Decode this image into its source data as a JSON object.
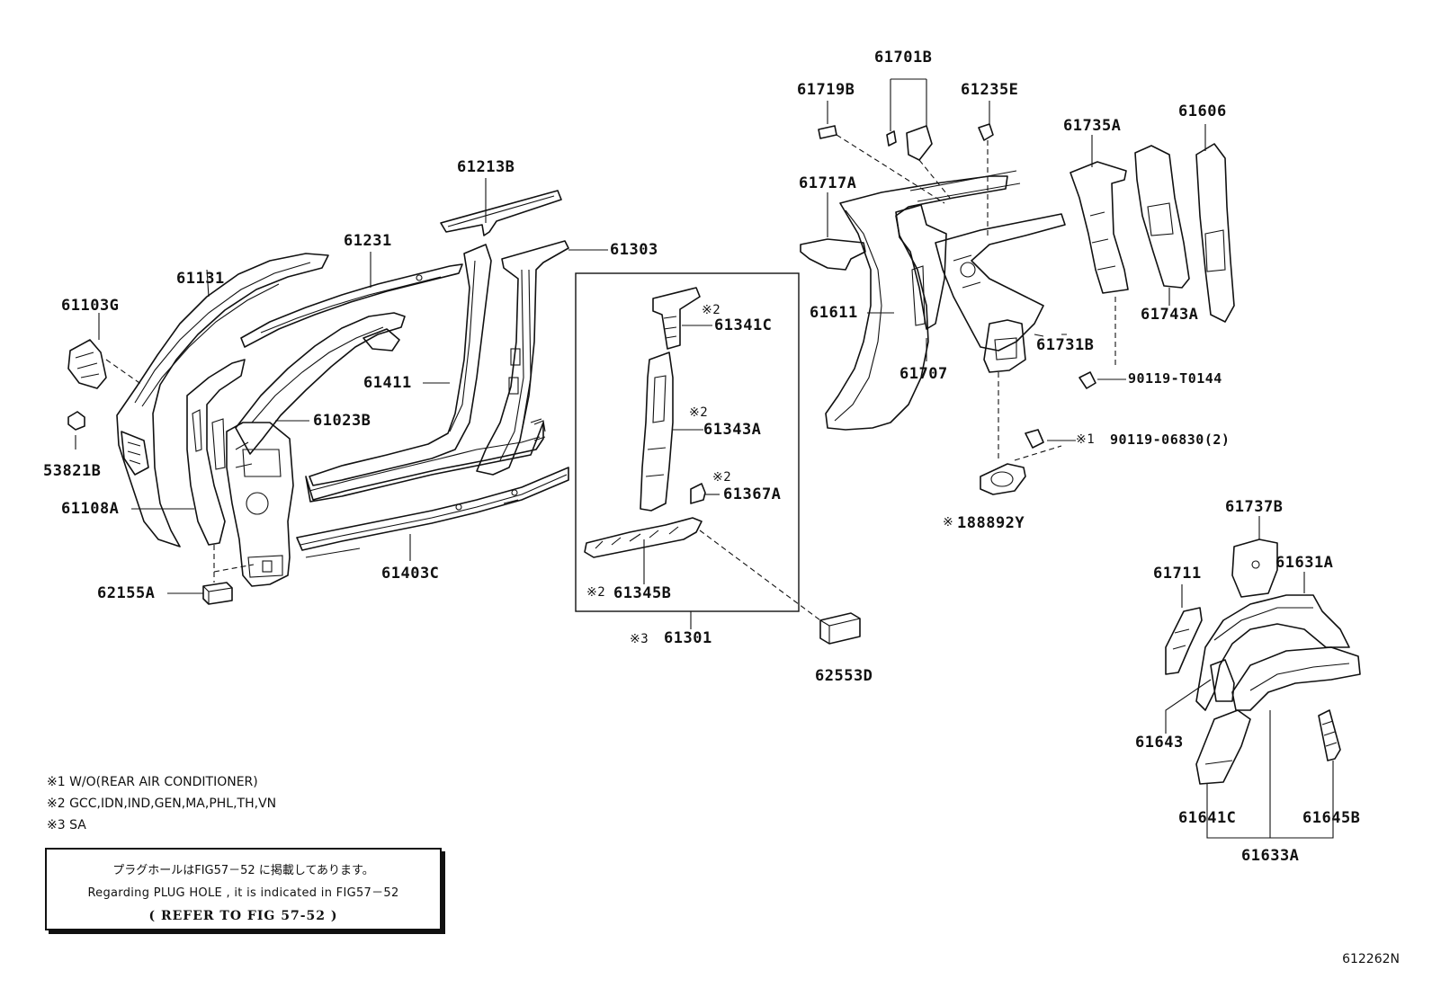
{
  "diagram": {
    "labels": {
      "p61103G": "61103G",
      "p61131": "61131",
      "p61231": "61231",
      "p61213B": "61213B",
      "p61303": "61303",
      "p53821B": "53821B",
      "p61023B": "61023B",
      "p61411": "61411",
      "p61108A": "61108A",
      "p62155A": "62155A",
      "p61403C": "61403C",
      "p61341C": "61341C",
      "p61343A": "61343A",
      "p61367A": "61367A",
      "p61345B": "61345B",
      "p61301": "61301",
      "p62553D": "62553D",
      "p61719B": "61719B",
      "p61701B": "61701B",
      "p61235E": "61235E",
      "p61735A": "61735A",
      "p61606": "61606",
      "p61717A": "61717A",
      "p61611": "61611",
      "p61707": "61707",
      "p61731B": "61731B",
      "p61743A": "61743A",
      "p90119T0144": "90119-T0144",
      "p9011906830": "90119-06830(2)",
      "p188892Y": "188892Y",
      "p61737B": "61737B",
      "p61711": "61711",
      "p61631A": "61631A",
      "p61643": "61643",
      "p61641C": "61641C",
      "p61645B": "61645B",
      "p61633A": "61633A"
    },
    "marks": {
      "m2a": "※2",
      "m2b": "※2",
      "m2c": "※2",
      "m2d": "※2",
      "m3": "※3",
      "m1": "※1",
      "mx188": "※"
    }
  },
  "notes": [
    "※1 W/O(REAR AIR CONDITIONER)",
    "※2 GCC,IDN,IND,GEN,MA,PHL,TH,VN",
    "※3 SA"
  ],
  "reference_box": {
    "line1": "プラグホールはFIG57－52 に掲載してあります。",
    "line2": "Regarding PLUG HOLE , it is indicated in FIG57－52",
    "line3": "( REFER TO FIG 57-52  )"
  },
  "figure_id": "612262N"
}
